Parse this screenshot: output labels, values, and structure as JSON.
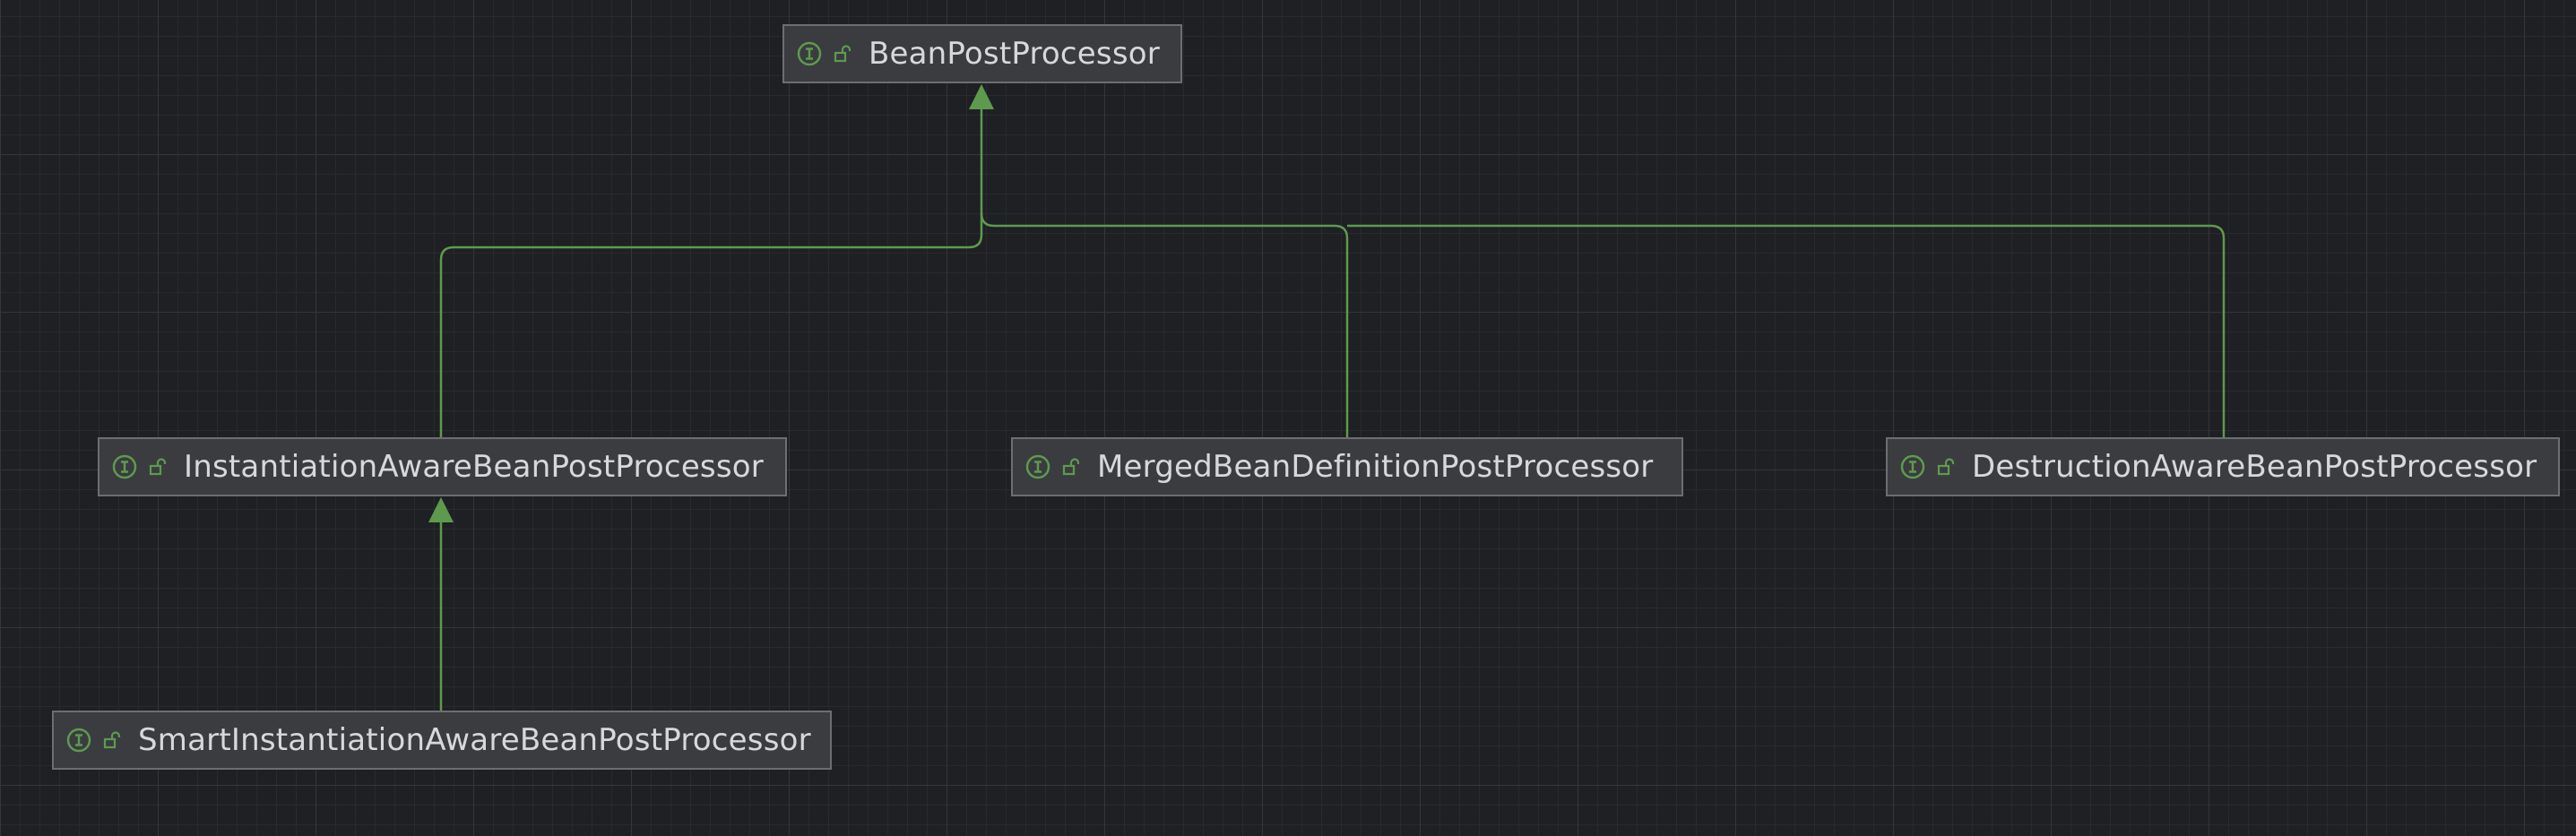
{
  "diagram": {
    "colors": {
      "background": "#1f2023",
      "node_fill": "#3a3c40",
      "node_border": "#6c6e73",
      "edge": "#5e9a4e",
      "icon": "#5e9a4e",
      "text": "#d6d8db"
    },
    "nodes": [
      {
        "id": "bean-post-processor",
        "label": "BeanPostProcessor",
        "kind": "interface",
        "icon": "interface-icon",
        "visibility_icon": "unlock-icon"
      },
      {
        "id": "instantiation-aware",
        "label": "InstantiationAwareBeanPostProcessor",
        "kind": "interface",
        "icon": "interface-icon",
        "visibility_icon": "unlock-icon"
      },
      {
        "id": "merged-bean-definition",
        "label": "MergedBeanDefinitionPostProcessor",
        "kind": "interface",
        "icon": "interface-icon",
        "visibility_icon": "unlock-icon"
      },
      {
        "id": "destruction-aware",
        "label": "DestructionAwareBeanPostProcessor",
        "kind": "interface",
        "icon": "interface-icon",
        "visibility_icon": "unlock-icon"
      },
      {
        "id": "smart-instantiation-aware",
        "label": "SmartInstantiationAwareBeanPostProcessor",
        "kind": "interface",
        "icon": "interface-icon",
        "visibility_icon": "unlock-icon"
      }
    ],
    "edges": [
      {
        "from": "instantiation-aware",
        "to": "bean-post-processor",
        "type": "extends"
      },
      {
        "from": "merged-bean-definition",
        "to": "bean-post-processor",
        "type": "extends"
      },
      {
        "from": "destruction-aware",
        "to": "bean-post-processor",
        "type": "extends"
      },
      {
        "from": "smart-instantiation-aware",
        "to": "instantiation-aware",
        "type": "extends"
      }
    ]
  }
}
